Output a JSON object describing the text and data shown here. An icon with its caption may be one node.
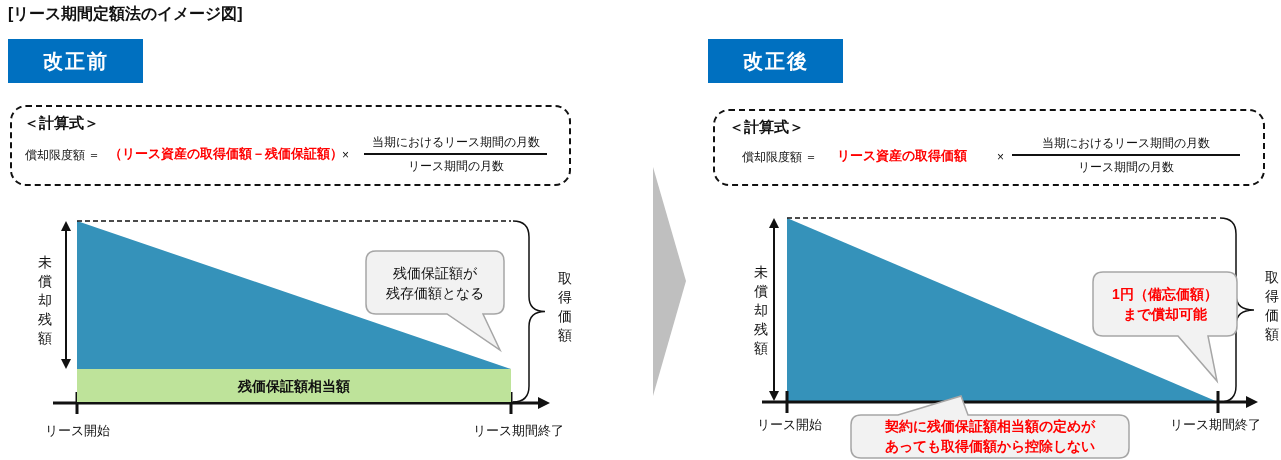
{
  "diagram": {
    "title": "[リース期間定額法のイメージ図]",
    "nodes": [
      {
        "text": [
          "改正前"
        ]
      },
      {
        "text": [
          "＜計算式＞",
          "償却限度額 ＝",
          "（リース資産の取得価額－残価保証額）",
          "×",
          "当期におけるリース期間の月数",
          "リース期間の月数"
        ]
      },
      {
        "text": [
          "残価保証額が残存価額となる"
        ]
      },
      {
        "text": [
          "残価保証額相当額"
        ]
      },
      {
        "text": [
          "改正後"
        ]
      },
      {
        "text": [
          "＜計算式＞",
          "償却限度額 ＝",
          "リース資産の取得価額",
          "×",
          "当期におけるリース期間の月数",
          "リース期間の月数"
        ]
      },
      {
        "text": [
          "1円（備忘価額）まで償却可能"
        ]
      },
      {
        "text": [
          "契約に残価保証額相当額の定めがあっても取得価額から控除しない"
        ]
      }
    ],
    "labels": [
      "未償却残額",
      "取得価額",
      "リース開始",
      "リース期間終了",
      "未償却残額",
      "取得価額",
      "リース開始",
      "リース期間終了"
    ]
  }
}
